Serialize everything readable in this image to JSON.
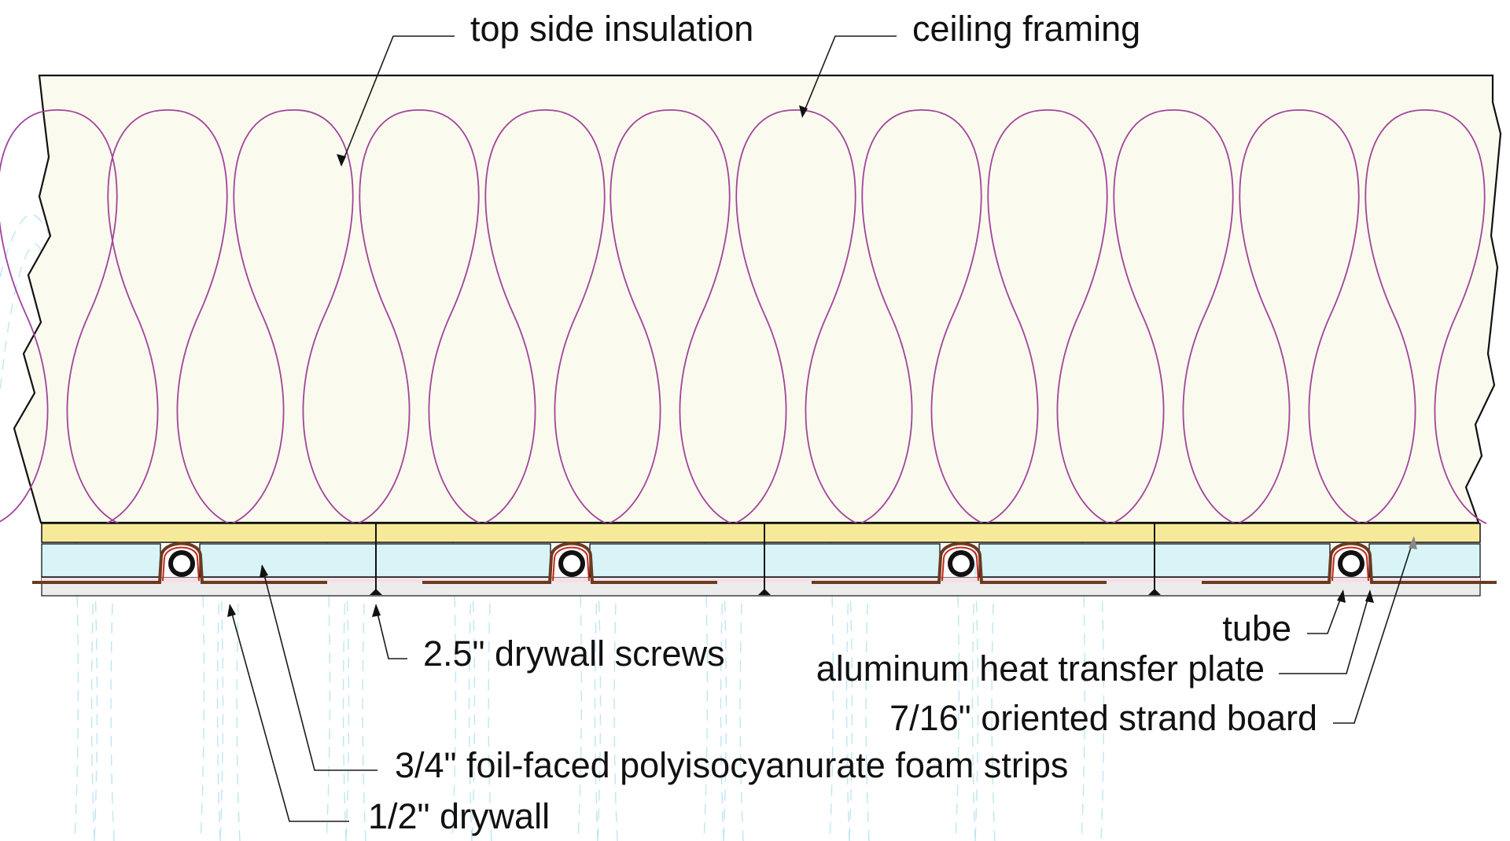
{
  "labels": {
    "insulation": "top side insulation",
    "framing": "ceiling framing",
    "screws": "2.5\" drywall screws",
    "tube": "tube",
    "plate": "aluminum heat transfer plate",
    "osb": "7/16\" oriented strand board",
    "foam": "3/4\" foil-faced polyisocyanurate foam strips",
    "drywall": "1/2\" drywall"
  },
  "colors": {
    "insulation_fill": "#fbfaee",
    "insulation_loops": "#a0449c",
    "osb": "#f6ea9a",
    "foam": "#d8f4f7",
    "plate": "#6b3b1f",
    "drywall": "#ececec",
    "outline": "#111111",
    "ghost_lines": "#bfe6f2"
  }
}
